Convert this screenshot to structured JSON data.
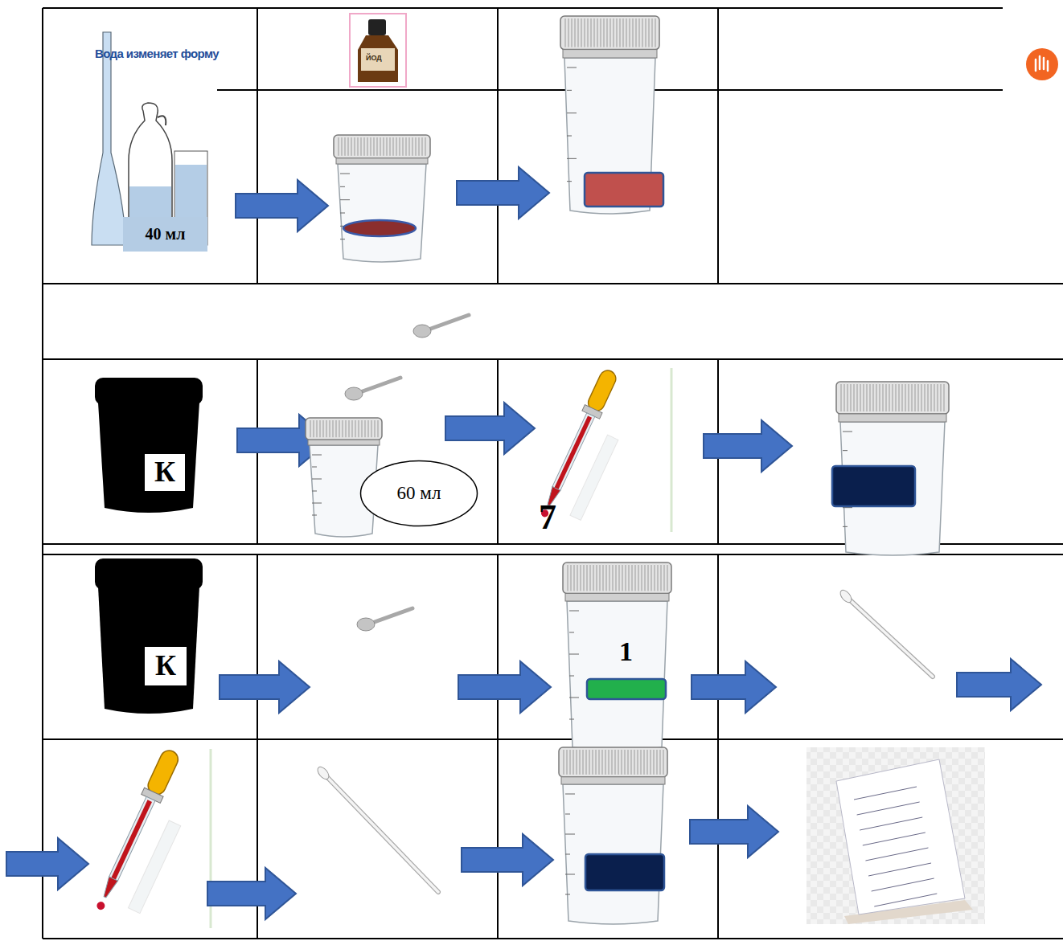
{
  "diagram": {
    "title": "Вода изменяет форму",
    "nodes": [
      {
        "text": [
          "40 мл"
        ]
      },
      {
        "text": [
          "К"
        ]
      },
      {
        "text": [
          "60 мл"
        ]
      },
      {
        "text": [
          "К"
        ]
      }
    ],
    "labels": [
      "ЙОД",
      "7",
      "1"
    ]
  }
}
